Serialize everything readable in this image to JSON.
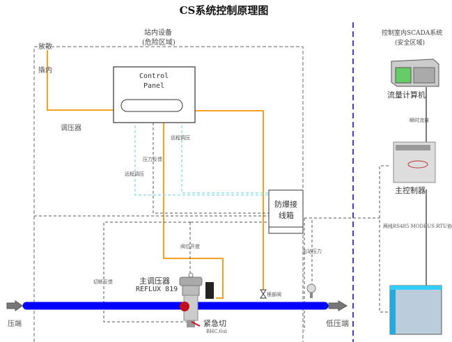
{
  "title": "CS系统控制原理图",
  "zones": {
    "station": {
      "name": "站内设备",
      "sub": "(危险区域)"
    },
    "control_room": {
      "name": "控制室内SCADA系统",
      "sub": "(安全区域)"
    }
  },
  "control_panel": {
    "line1": "Control",
    "line2": "Panel"
  },
  "labels": {
    "vent": "放散",
    "relief_inner": "撬内",
    "regulator": "调压器",
    "remote_adjust_1": "远程调压",
    "remote_adjust_2": "远程调压",
    "pressure_feedback": "压力反馈",
    "junction_box_1": "防爆接",
    "junction_box_2": "线箱",
    "valve_opening": "阀位开度",
    "cutoff_feedback": "切断反馈",
    "main_regulator": "主调压器",
    "main_regulator_model": "REFLUX 819",
    "emergency_cutoff": "紧急切",
    "emergency_cutoff_model": "BHC.6ul",
    "root_valve": "根部阀",
    "outlet_pressure": "出站压力",
    "high_pressure_end": "压端",
    "low_pressure_end": "低压端",
    "flow_computer": "流量计算机",
    "instant_flow": "瞬时流量",
    "main_controller": "主控制器",
    "rs485": "两线RS485 MODBUS RTU协"
  },
  "colors": {
    "pipe": "#0000ff",
    "orange_line": "#f5a020",
    "cyan_line": "#7fd8ea",
    "dash_gray": "#555555",
    "zone_divider": "#4040c0"
  }
}
